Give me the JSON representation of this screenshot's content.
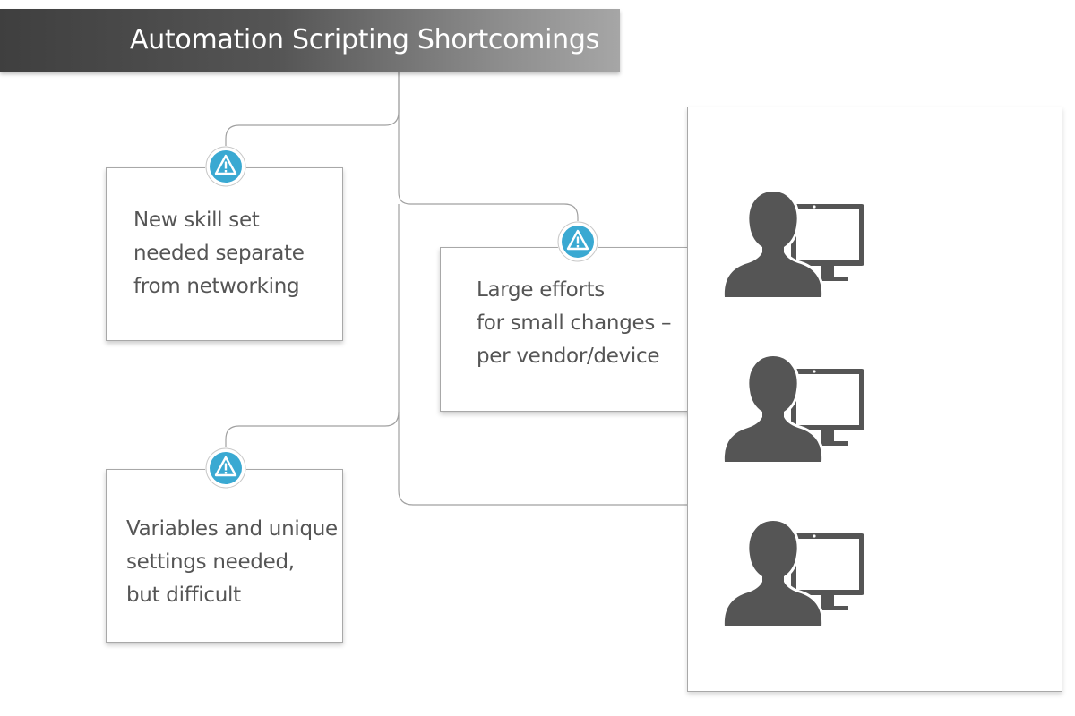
{
  "title": "Automation Scripting Shortcomings",
  "cards": [
    {
      "text": "New skill set\nneeded separate\nfrom networking",
      "icon": "warning-icon"
    },
    {
      "text": "Large efforts\nfor small changes –\nper vendor/device",
      "icon": "warning-icon"
    },
    {
      "text": "Variables and unique\nsettings needed,\nbut difficult",
      "icon": "warning-icon"
    }
  ],
  "users": [
    {
      "icon": "user-computer-icon"
    },
    {
      "icon": "user-computer-icon"
    },
    {
      "icon": "user-computer-icon"
    }
  ],
  "colors": {
    "title_dark": "#3f3f3f",
    "title_light": "#a6a6a6",
    "warning_fill": "#3aa9d2",
    "icon_gray": "#555555",
    "connector": "#9a9a9a"
  }
}
